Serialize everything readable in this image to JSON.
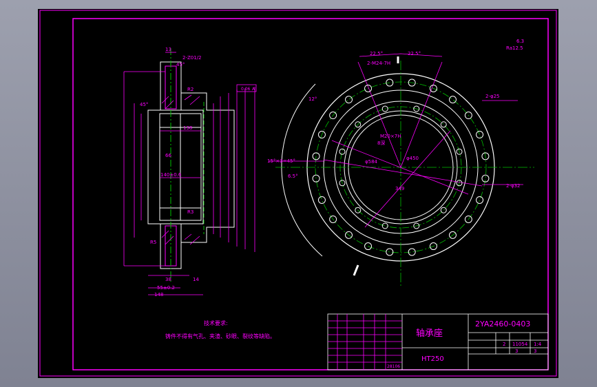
{
  "drawing": {
    "title_cn": "轴承座",
    "drawing_no": "2YA2460-0403",
    "material": "HT250",
    "scale": "1:4",
    "sheet_count": "2",
    "weight": "11054",
    "sheet_total": "3",
    "sheet_index": "3",
    "code": "28106",
    "tech_title": "技术要求:",
    "tech_note": "铸件不得有气孔、夹渣、砂眼、裂纹等缺陷。"
  },
  "dims": {
    "top_13": "13",
    "top_chamfer": "2-Z01/2",
    "angle_45": "45°",
    "angle_v45": "45°",
    "r2": "R2",
    "flatness": "0.06",
    "datum": "A",
    "d1": "138",
    "d2": "140±0.6",
    "d3": "66",
    "r3": "R3",
    "r5": "R5",
    "d4": "38",
    "d5": "14",
    "d6": "55±0.2",
    "d7": "148",
    "deg_225a": "22.5°",
    "deg_225b": "22.5°",
    "holes_m24": "2-M24-7H",
    "holes_25": "2-φ25",
    "deg_12": "12°",
    "deg_15": "15°×3=45°",
    "deg_6": "6.5°",
    "m20": "M20×7H",
    "deep": "8深",
    "phi_584": "φ584",
    "phi_450": "φ450",
    "phi_349": "349",
    "holes_32": "2-φ32",
    "rough": "Ra12.5",
    "rough2": "6.3"
  },
  "colors": {
    "magenta": "#ff00ff",
    "white": "#ffffff",
    "green": "#00c000",
    "cyan": "#00d8d8"
  }
}
